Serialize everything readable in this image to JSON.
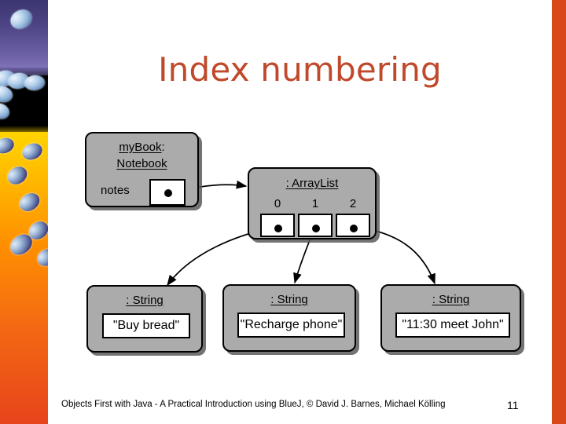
{
  "slide": {
    "title": "Index numbering",
    "title_color": "#c0492b",
    "page_number": "11",
    "footer": "Objects First with Java - A Practical Introduction using BlueJ, © David J. Barnes, Michael Kölling",
    "accent_stripe_color": "#d9481b",
    "object_fill_color": "#ababab"
  },
  "diagram": {
    "notebook_object": {
      "instance_name": "myBook",
      "separator": ":",
      "class_name": "Notebook",
      "field_label": "notes",
      "reference": "reference-dot"
    },
    "arraylist_object": {
      "separator": ":",
      "class_name": "ArrayList",
      "indices": [
        "0",
        "1",
        "2"
      ],
      "slots": [
        "reference-dot",
        "reference-dot",
        "reference-dot"
      ]
    },
    "string_objects": [
      {
        "separator": ":",
        "class_name": "String",
        "value": "\"Buy bread\""
      },
      {
        "separator": ":",
        "class_name": "String",
        "value": "\"Recharge phone\""
      },
      {
        "separator": ":",
        "class_name": "String",
        "value": "\"11:30 meet John\""
      }
    ],
    "arrows": [
      {
        "name": "notes-to-arraylist",
        "from": "notes-reference-dot",
        "to": "arraylist-object"
      },
      {
        "name": "slot0-to-string0",
        "from": "arraylist-slot-0",
        "to": "string-object-0"
      },
      {
        "name": "slot1-to-string1",
        "from": "arraylist-slot-1",
        "to": "string-object-1"
      },
      {
        "name": "slot2-to-string2",
        "from": "arraylist-slot-2",
        "to": "string-object-2"
      }
    ]
  }
}
